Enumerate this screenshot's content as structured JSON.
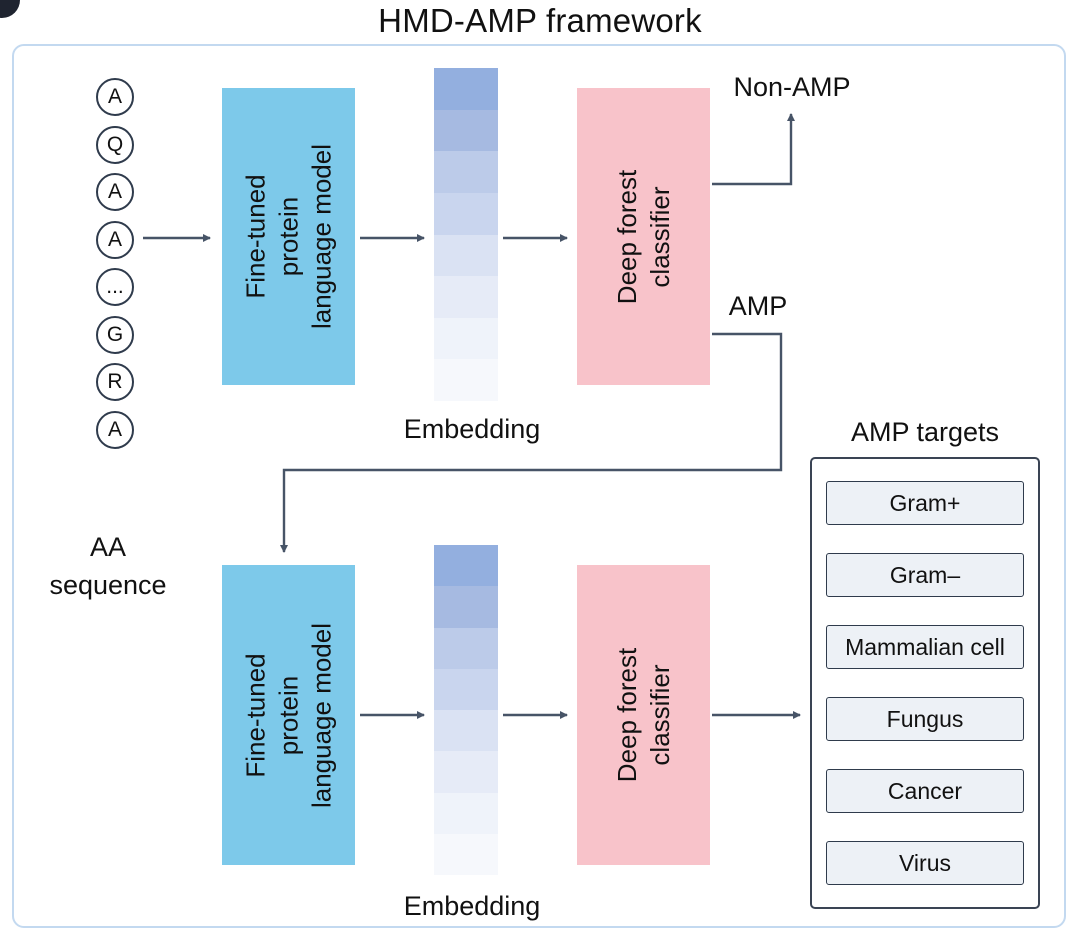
{
  "title": "HMD-AMP framework",
  "sequence": {
    "letters": [
      "A",
      "Q",
      "A",
      "A",
      "...",
      "G",
      "R",
      "A"
    ],
    "label": "AA sequence"
  },
  "stage1": {
    "plm_lines": [
      "Fine-tuned",
      "protein",
      "language model"
    ],
    "embedding_label": "Embedding",
    "classifier_lines": [
      "Deep forest",
      "classifier"
    ],
    "output_non_amp": "Non-AMP",
    "output_amp": "AMP"
  },
  "stage2": {
    "plm_lines": [
      "Fine-tuned",
      "protein",
      "language model"
    ],
    "embedding_label": "Embedding",
    "classifier_lines": [
      "Deep forest",
      "classifier"
    ]
  },
  "targets": {
    "title": "AMP targets",
    "items": [
      "Gram+",
      "Gram–",
      "Mammalian cell",
      "Fungus",
      "Cancer",
      "Virus"
    ]
  },
  "colors": {
    "plm_box": "#7DC9EA",
    "classifier_box": "#F8C3CA",
    "arrow": "#475467",
    "frame_border": "#C3D9F0",
    "target_fill": "#EDF1F6",
    "target_border": "#2F3B4C",
    "embedding_cells": [
      "#93AFDF",
      "#A6BAE1",
      "#BCCBE9",
      "#C9D5EE",
      "#DAE2F3",
      "#E6EBF7",
      "#EFF3FA",
      "#F6F8FC"
    ]
  }
}
